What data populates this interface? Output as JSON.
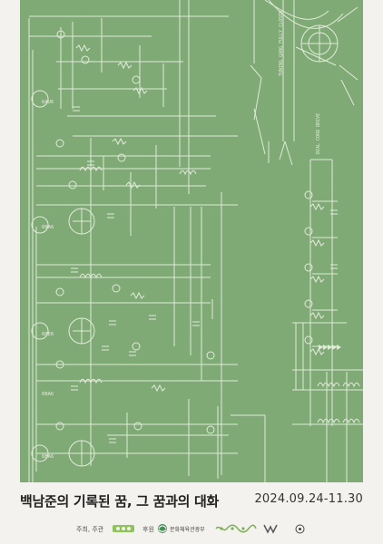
{
  "poster": {
    "title": "백남준의 기록된 꿈, 그 꿈과의 대화",
    "dates": "2024.09.24-11.30",
    "credits": {
      "organizer_label": "주최, 주관",
      "support_label": "후원",
      "ministry_name": "문화체육관광부"
    }
  },
  "schematic": {
    "labels": {
      "tube_1": "6AU6",
      "tube_2": "6BA6",
      "tube_3": "6BE6",
      "tube_4": "6BA6",
      "tube_5": "6BA6",
      "tuning_note": "TUNING GANG FULLY CLOSED",
      "dial_note": "DIAL CORD DRIVE"
    }
  },
  "colors": {
    "poster_green": "#6e9e62",
    "line_light": "#dfead6",
    "page_bg": "#f4f2ee"
  }
}
